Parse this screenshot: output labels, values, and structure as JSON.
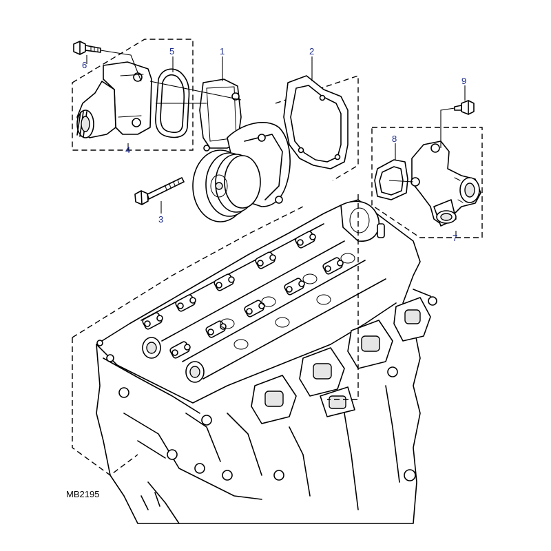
{
  "diagram": {
    "reference_code": "MB2195",
    "callouts": [
      {
        "id": "1",
        "label": "1"
      },
      {
        "id": "2",
        "label": "2"
      },
      {
        "id": "3",
        "label": "3"
      },
      {
        "id": "4",
        "label": "4"
      },
      {
        "id": "5",
        "label": "5"
      },
      {
        "id": "6",
        "label": "6"
      },
      {
        "id": "7",
        "label": "7"
      },
      {
        "id": "8",
        "label": "8"
      },
      {
        "id": "9",
        "label": "9"
      }
    ],
    "colors": {
      "callout_text": "#1a2a8c",
      "line_art": "#000000",
      "background": "#ffffff"
    }
  }
}
